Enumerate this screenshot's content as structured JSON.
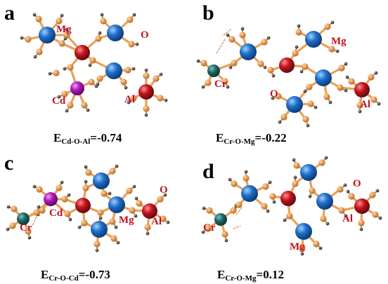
{
  "colors": {
    "Mg": "#1f6fc9",
    "O": "#c2141d",
    "Al": "#c2141d",
    "Cd": "#b018b8",
    "Cr": "#1d6a6a",
    "bond": "#e8a15c",
    "H": "#6b5a4d",
    "label": "#c0121c"
  },
  "panels": [
    {
      "letter": "a",
      "energy": {
        "prefix": "E",
        "sub": "Cd-O-Al",
        "value": "=-0.74"
      },
      "atom_labels": {
        "mg": "Mg",
        "o": "O",
        "cd": "Cd",
        "al": "Al"
      }
    },
    {
      "letter": "b",
      "energy": {
        "prefix": "E",
        "sub": "Cr-O-Mg",
        "value": "=-0.22"
      },
      "atom_labels": {
        "mg": "Mg",
        "cr": "Cr",
        "o": "O",
        "al": "Al"
      }
    },
    {
      "letter": "c",
      "energy": {
        "prefix": "E",
        "sub": "Cr-O-Cd",
        "value": "=-0.73"
      },
      "atom_labels": {
        "o": "O",
        "cd": "Cd",
        "mg": "Mg",
        "al": "Al",
        "cr": "Cr"
      }
    },
    {
      "letter": "d",
      "energy": {
        "prefix": "E",
        "sub": "Cr-O-Mg",
        "value": "=0.12"
      },
      "atom_labels": {
        "o": "O",
        "al": "Al",
        "cr": "Cr",
        "mg": "Mg"
      }
    }
  ]
}
